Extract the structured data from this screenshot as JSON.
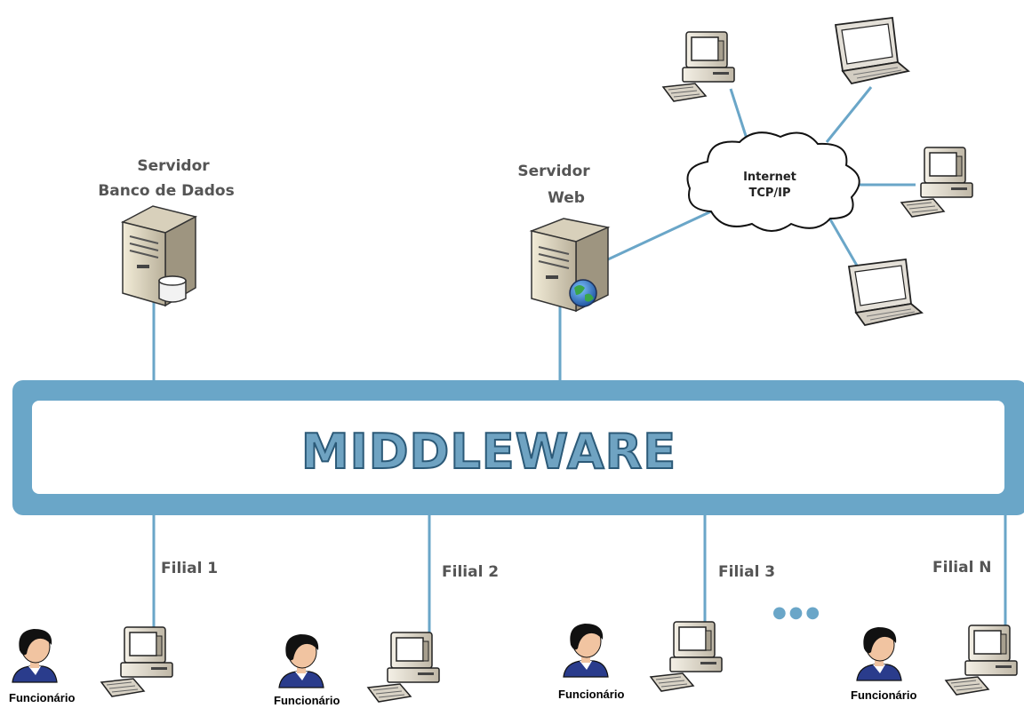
{
  "bus": {
    "label": "MIDDLEWARE",
    "color": "#6aa6c8"
  },
  "servers": {
    "database": {
      "line1": "Servidor",
      "line2": "Banco de Dados",
      "icon": "database-server-icon"
    },
    "web": {
      "line1": "Servidor",
      "line2": "Web",
      "icon": "web-server-icon"
    }
  },
  "cloud": {
    "line1": "Internet",
    "line2": "TCP/IP",
    "icon": "cloud-icon"
  },
  "branches": [
    {
      "label": "Filial 1",
      "user": "Funcionário"
    },
    {
      "label": "Filial 2",
      "user": "Funcionário"
    },
    {
      "label": "Filial 3",
      "user": "Funcionário"
    },
    {
      "label": "Filial N",
      "user": "Funcionário"
    }
  ],
  "ellipsis": "●●●"
}
